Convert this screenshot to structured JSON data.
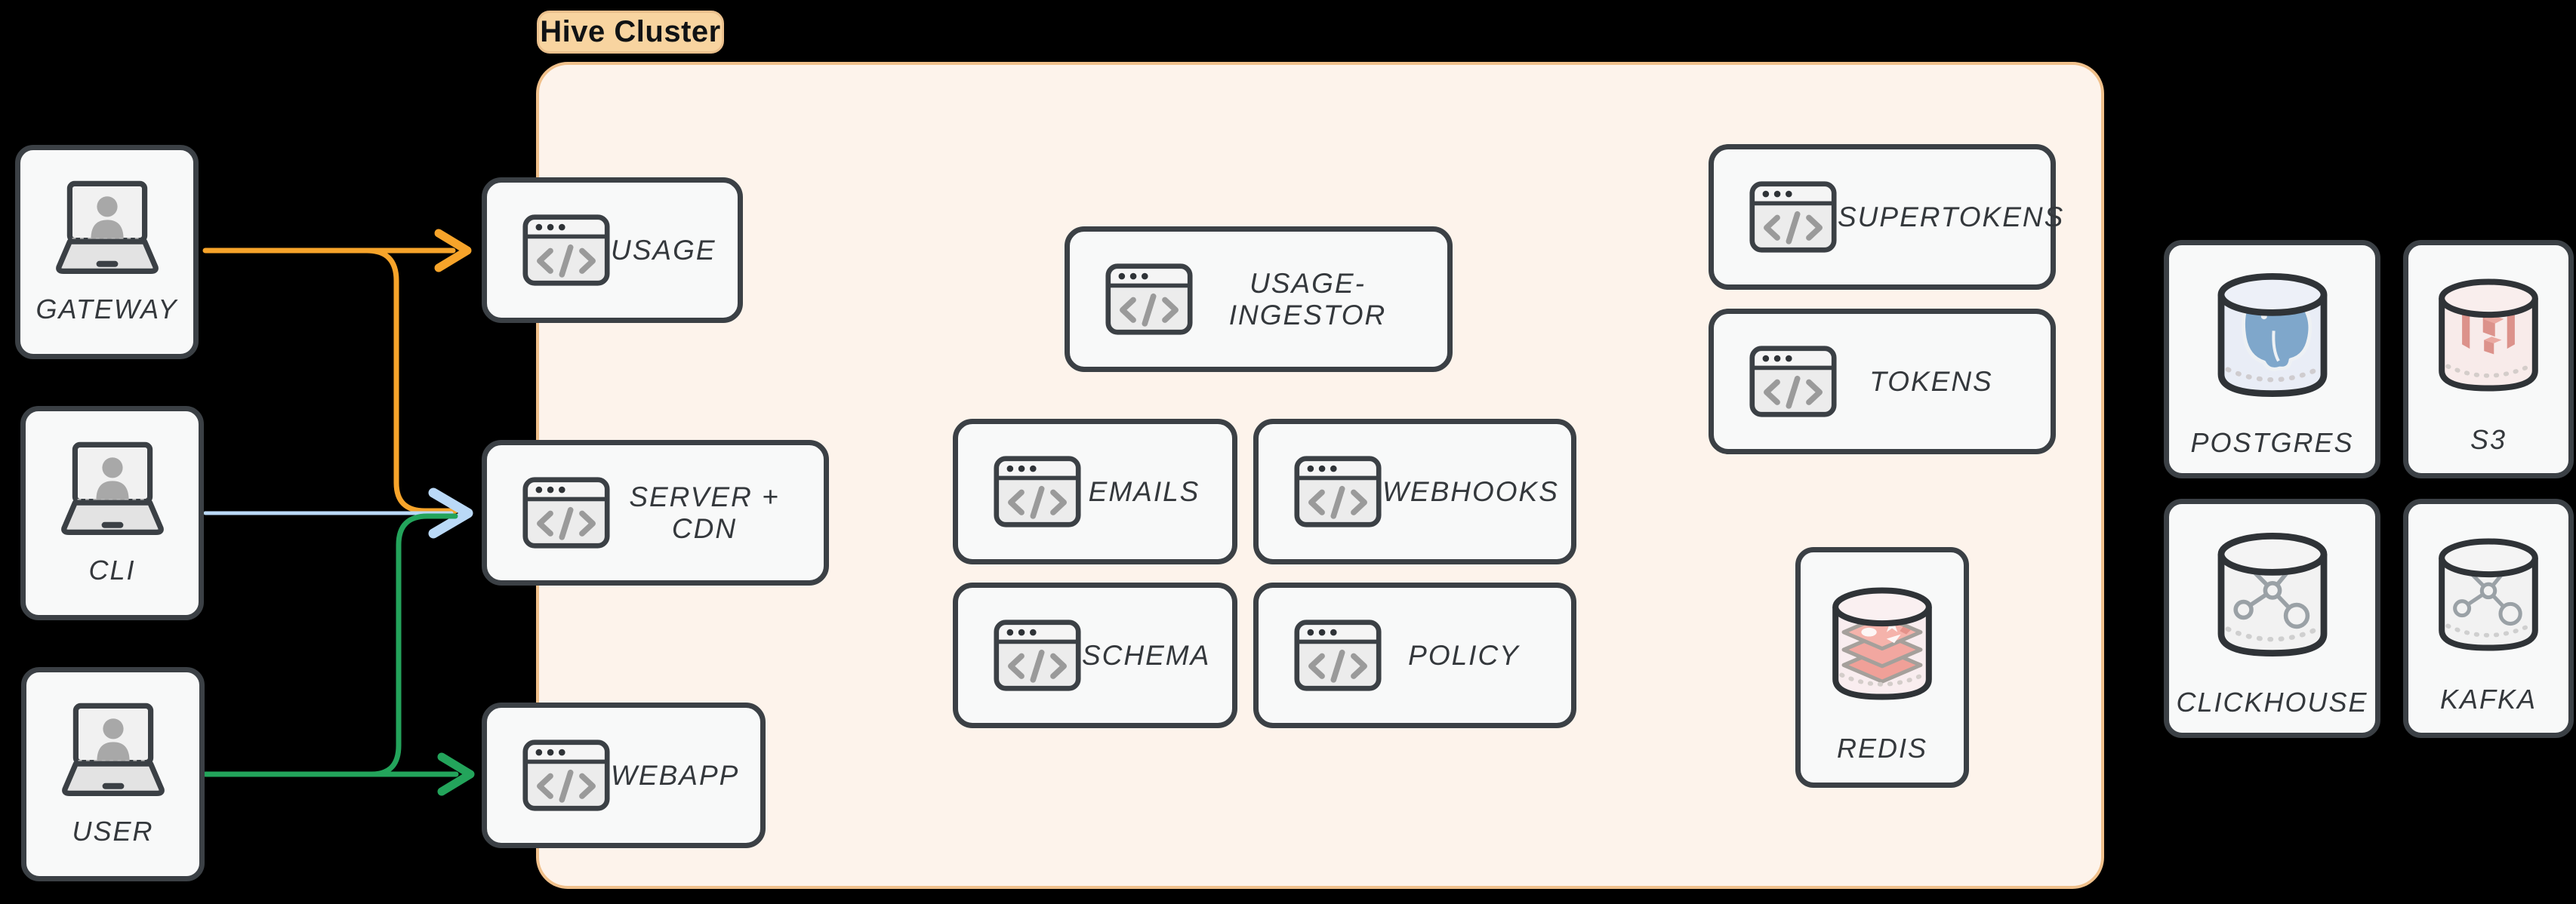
{
  "cluster": {
    "label": "Hive Cluster"
  },
  "actors": [
    {
      "label": "GATEWAY"
    },
    {
      "label": "CLI"
    },
    {
      "label": "USER"
    }
  ],
  "services": {
    "usage": {
      "label": "USAGE"
    },
    "server_cdn": {
      "label": "SERVER + CDN"
    },
    "webapp": {
      "label": "WEBAPP"
    },
    "usage_ingestor": {
      "label": "USAGE-INGESTOR"
    },
    "emails": {
      "label": "EMAILS"
    },
    "webhooks": {
      "label": "WEBHOOKS"
    },
    "schema": {
      "label": "SCHEMA"
    },
    "policy": {
      "label": "POLICY"
    },
    "supertokens": {
      "label": "SUPERTOKENS"
    },
    "tokens": {
      "label": "TOKENS"
    }
  },
  "datastores": {
    "redis": {
      "label": "REDIS"
    },
    "postgres": {
      "label": "POSTGRES"
    },
    "s3": {
      "label": "S3"
    },
    "clickhouse": {
      "label": "CLICKHOUSE"
    },
    "kafka": {
      "label": "KAFKA"
    }
  },
  "connections": [
    {
      "from": "GATEWAY",
      "to": "USAGE",
      "color": "#f7a42a"
    },
    {
      "from": "GATEWAY",
      "to": "SERVER + CDN",
      "color": "#f7a42a"
    },
    {
      "from": "CLI",
      "to": "SERVER + CDN",
      "color": "#bad9f7"
    },
    {
      "from": "USER",
      "to": "WEBAPP",
      "color": "#23a45b"
    },
    {
      "from": "USER",
      "to": "SERVER + CDN",
      "color": "#23a45b"
    }
  ],
  "colors": {
    "background": "#000000",
    "node_fill": "#f8f9f9",
    "node_border": "#3b4045",
    "cluster_fill": "#fdf3eb",
    "cluster_border": "#f0c08b",
    "pill_fill": "#f8d4a0",
    "pill_border": "#e9bf8c",
    "label_text": "#34383c",
    "arrow_orange": "#f7a42a",
    "arrow_blue": "#bad9f7",
    "arrow_green": "#23a45b"
  }
}
